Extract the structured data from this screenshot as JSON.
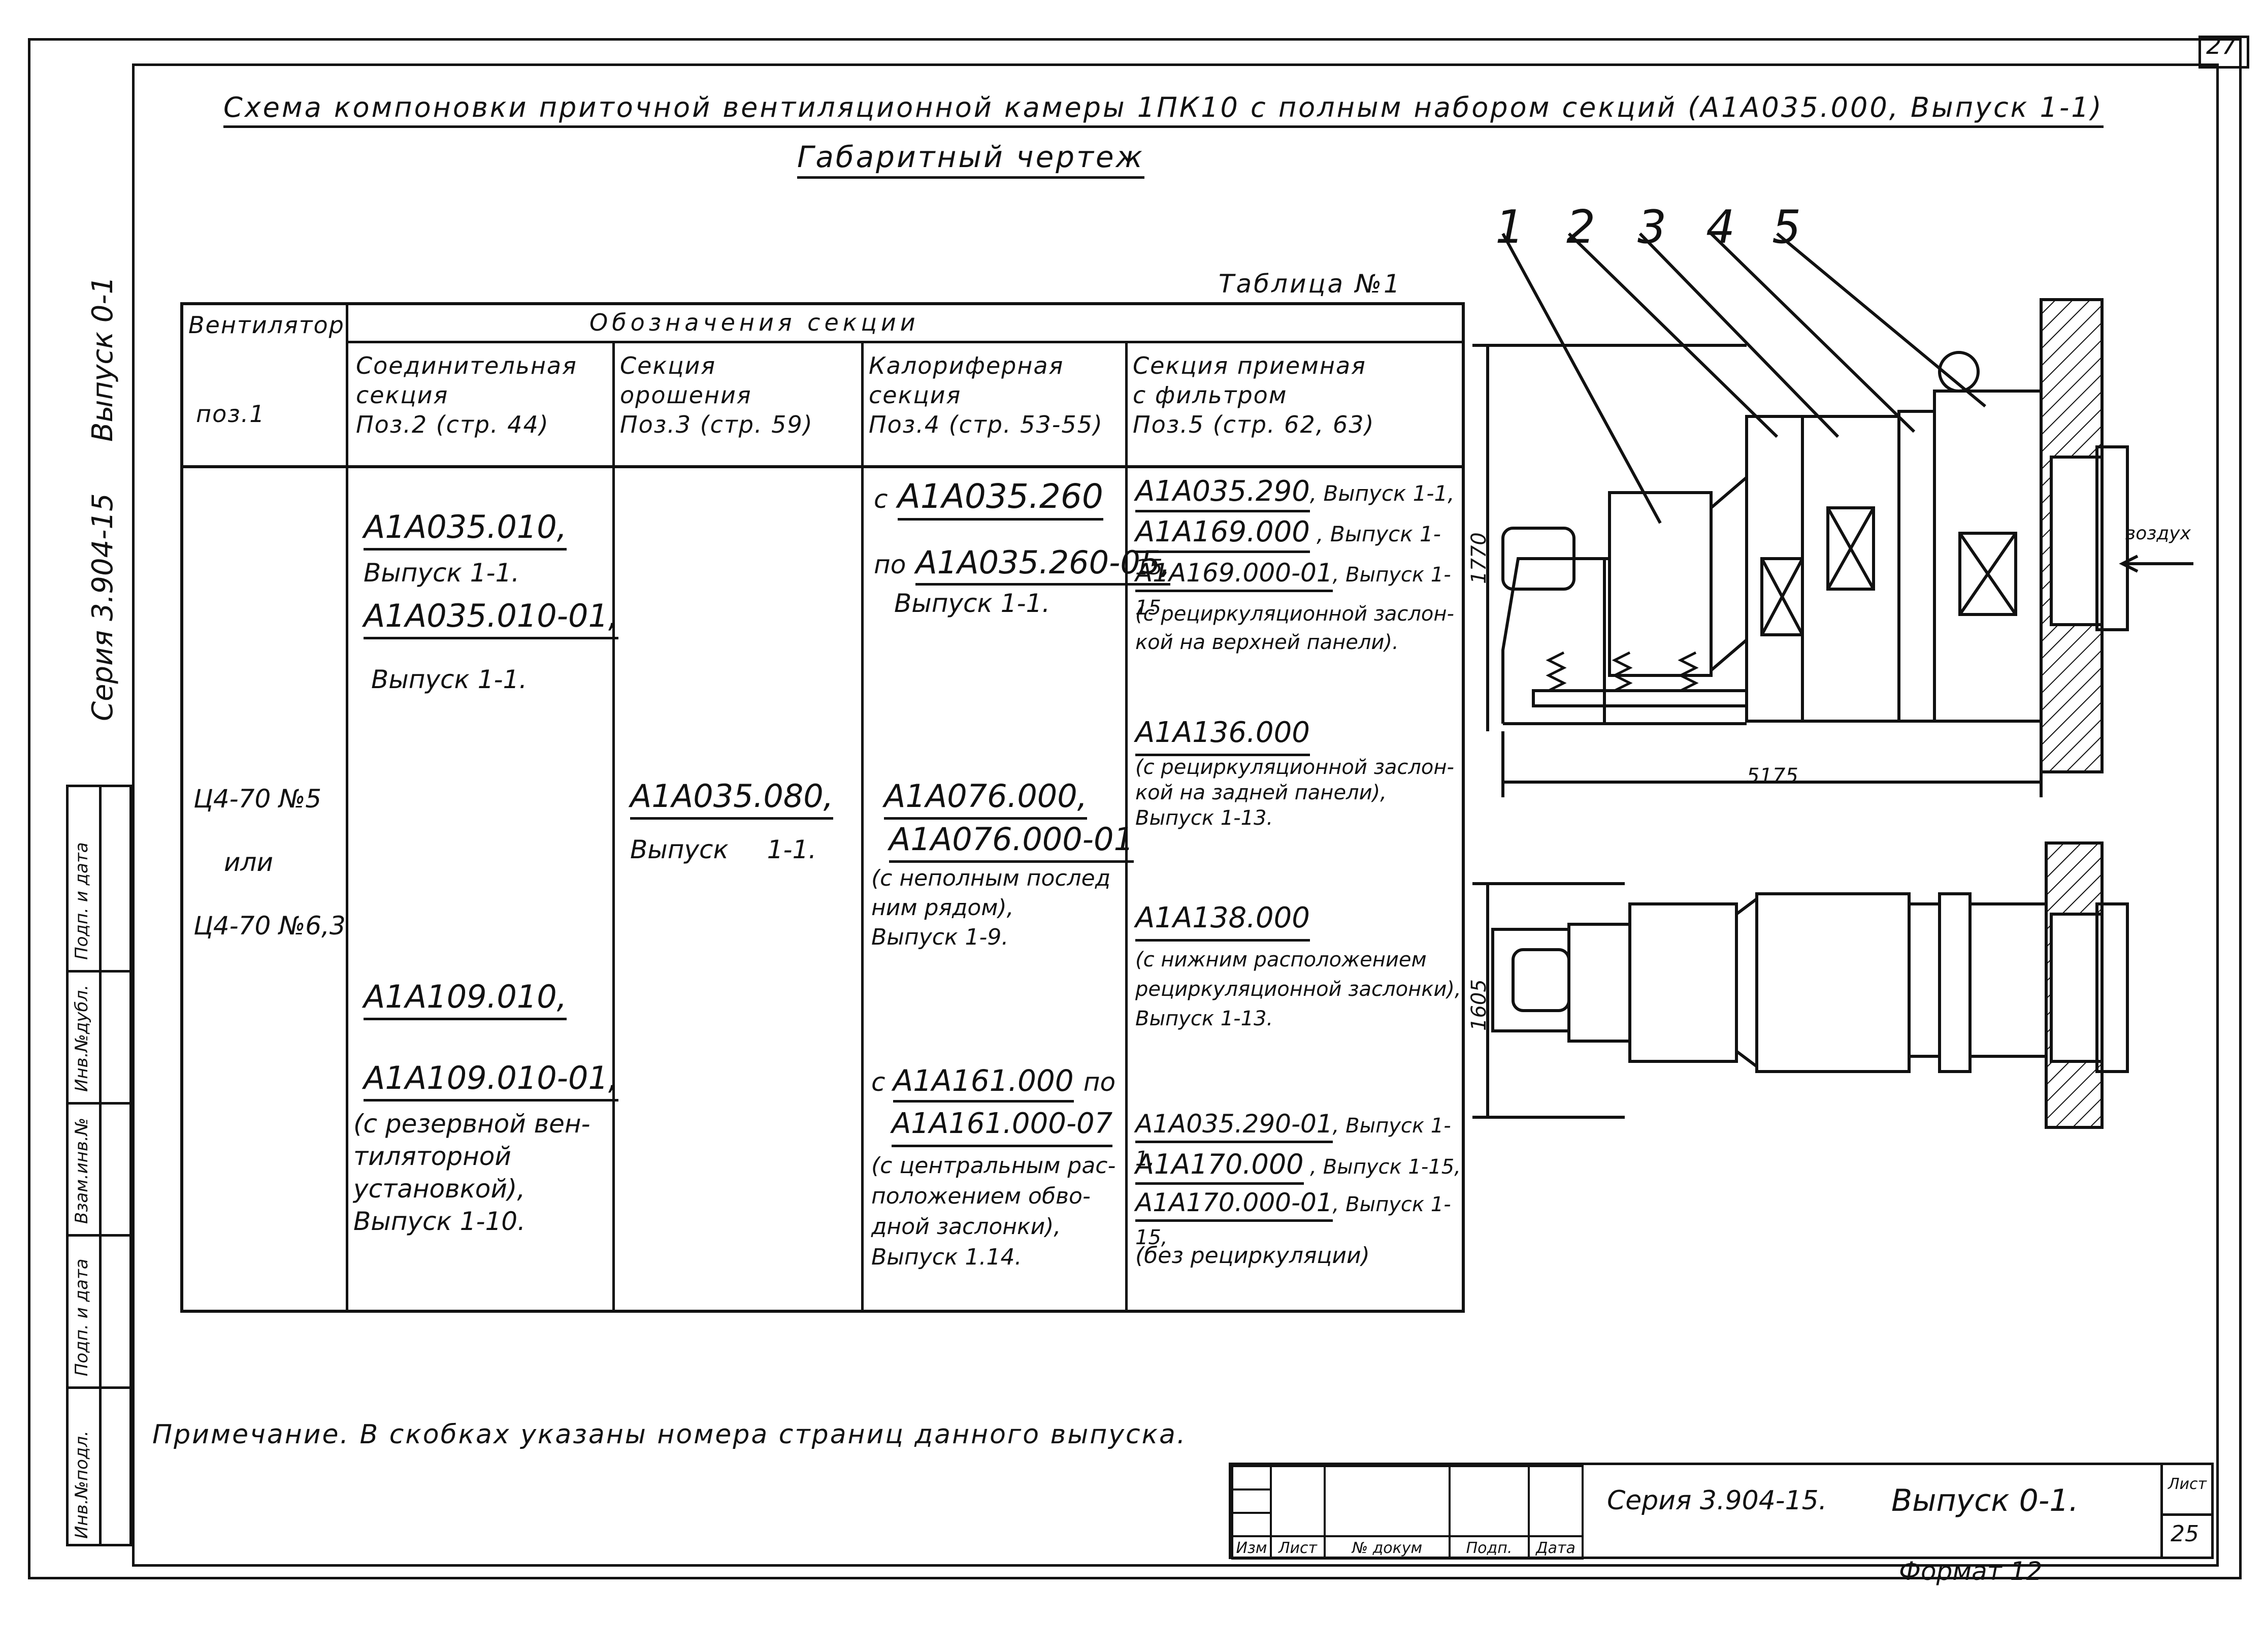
{
  "page_number": "27",
  "title": "Схема компоновки приточной вентиляционной камеры 1ПК10 с полным набором секций (А1А035.000, Выпуск 1-1)",
  "subtitle": "Габаритный чертеж",
  "table_caption": "Таблица №1",
  "table": {
    "header_fan": "Вентилятор",
    "header_group": "Обозначения секции",
    "col_fan": "поз.1",
    "col_connecting": "Соединительная\nсекция\nПоз.2 (стр. 44)",
    "col_irrigation": "Секция\nорошения\nПоз.3 (стр. 59)",
    "col_heater": "Калориферная\nсекция\nПоз.4 (стр. 53-55)",
    "col_intake": "Секция приемная\nс фильтром\nПоз.5 (стр. 62, 63)",
    "fan_model_1": "Ц4-70 №5",
    "fan_or": "или",
    "fan_model_2": "Ц4-70 №6,3",
    "connecting": {
      "ref1": "А1А035.010,",
      "issue1": "Выпуск 1-1.",
      "ref2": "А1А035.010-01,",
      "issue2": "Выпуск 1-1.",
      "ref3": "А1А109.010,",
      "ref4": "А1А109.010-01,",
      "note": "(с резервной вен-\nтиляторной\nустановкой),\nВыпуск 1-10."
    },
    "irrigation": {
      "ref": "А1А035.080,",
      "issue": "Выпуск 1-1."
    },
    "heater": {
      "from": "с",
      "ref1": "А1А035.260",
      "to": "по",
      "ref2": "А1А035.260-05,",
      "issue1": "Выпуск 1-1.",
      "ref3": "А1А076.000,",
      "ref4": "А1А076.000-01",
      "note1": "(с неполным послед\nним рядом),\nВыпуск 1-9.",
      "ref5_prefix": "с",
      "ref5": "А1А161.000",
      "ref5_suffix": "по",
      "ref6": "А1А161.000-07",
      "note2": "(с центральным рас-\nположением обво-\nдной заслонки),\nВыпуск 1.14."
    },
    "intake": {
      "ref1": "А1А035.290",
      "ref1_issue": ", Выпуск 1-1,",
      "ref2": "А1А169.000",
      "ref2_issue": " , Выпуск 1-15,",
      "ref3": "А1А169.000-01",
      "ref3_issue": ", Выпуск 1-15",
      "note1": "(с рециркуляционной заслон-\nкой на верхней панели).",
      "ref4": "А1А136.000",
      "note2": "(с рециркуляционной заслон-\nкой на задней панели),\nВыпуск 1-13.",
      "ref5": "А1А138.000",
      "note3": "(с нижним расположением\nрециркуляционной заслонки),\nВыпуск 1-13.",
      "ref6": "А1А035.290-01",
      "ref6_issue": ", Выпуск 1-1,",
      "ref7": "А1А170.000",
      "ref7_issue": " , Выпуск 1-15,",
      "ref8": "А1А170.000-01",
      "ref8_issue": ", Выпуск 1-15,",
      "note4": "(без рециркуляции)"
    }
  },
  "drawing": {
    "labels": [
      "1",
      "2",
      "3",
      "4",
      "5"
    ],
    "air_label": "воздух",
    "dim_height": "1770",
    "dim_length": "5175",
    "dim_width": "1605"
  },
  "note": "Примечание. В скобках указаны номера страниц данного выпуска.",
  "left_margin": {
    "series": "Серия 3.904-15",
    "issue": "Выпуск 0-1",
    "fields": [
      "Инв.№подл.",
      "Подп. и дата",
      "Взам.инв.№",
      "Инв.№дубл.",
      "Подп. и дата"
    ]
  },
  "title_block": {
    "series": "Серия 3.904-15.",
    "issue": "Выпуск 0-1.",
    "sheet_label": "Лист",
    "sheet_number": "25",
    "cols": [
      "Изм",
      "Лист",
      "№ докум",
      "Подп.",
      "Дата"
    ]
  },
  "format": "Формат 12"
}
